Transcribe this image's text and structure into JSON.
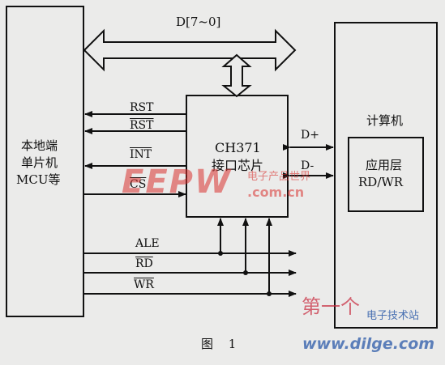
{
  "bus_label": "D[7~0]",
  "mcu": {
    "lines": [
      "本地端",
      "单片机",
      "MCU等"
    ]
  },
  "chip": {
    "lines": [
      "CH371",
      "接口芯片"
    ]
  },
  "computer": {
    "title": "计算机",
    "app_lines": [
      "应用层",
      "RD/WR"
    ]
  },
  "control_signals": [
    "RST",
    "RST",
    "INT",
    "CS"
  ],
  "bus_signals": [
    "ALE",
    "RD",
    "WR"
  ],
  "diff_signals": [
    "D+",
    "D-"
  ],
  "caption": "图 1",
  "watermarks": {
    "eepw": "EEPW",
    "eepw_cn": "电子产品世界",
    "eepw_domain": ".com.cn",
    "dilge_cn": "第一个",
    "dilge_site": "电子技术站",
    "dilge_url": "www.dilge.com"
  },
  "colors": {
    "ink": "#111111",
    "background": "#ebebea",
    "eepw_red": "#d9322e",
    "dilge_blue": "#2b5aa8"
  }
}
